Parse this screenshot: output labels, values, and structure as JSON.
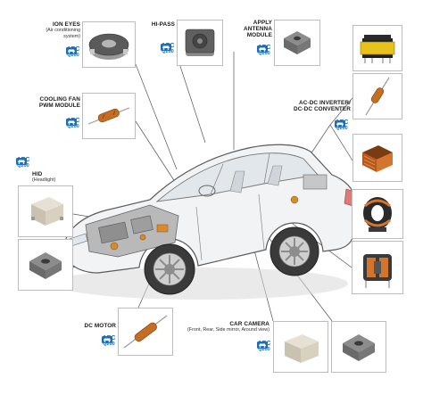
{
  "labels": {
    "ion_eyes": {
      "title": "ION EYES",
      "sub1": "(Air conditioning",
      "sub2": "system)"
    },
    "hi_pass": {
      "title": "HI-PASS"
    },
    "apply_antenna": {
      "line1": "APPLY",
      "line2": "ANTENNA",
      "line3": "MODULE"
    },
    "cooling_fan": {
      "line1": "COOLING FAN",
      "line2": "PWM MODULE"
    },
    "hid": {
      "title": "HID",
      "sub": "(Headlight)"
    },
    "ac_dc": {
      "line1": "AC-DC INVERTER/",
      "line2": "DC-DC CONVENTER"
    },
    "dc_motor": {
      "title": "DC MOTOR"
    },
    "car_camera": {
      "title": "CAR CAMERA",
      "sub": "(Front, Rear, Side mirror, Around view)"
    }
  },
  "badge": {
    "line1": "AEC",
    "line2": "Q200"
  },
  "colors": {
    "badge_blue": "#1f6db5",
    "leader_line": "#444444",
    "box_border": "#bdbdbd"
  },
  "components": [
    "shielded-smd-inductor",
    "shielded-smd-inductor",
    "smd-chip-inductor",
    "axial-resistor",
    "smd-power-inductor",
    "smd-chip-inductor",
    "transformer",
    "axial-resistor",
    "smd-power-inductor",
    "common-mode-choke",
    "common-mode-choke",
    "axial-resistor",
    "smd-power-inductor",
    "smd-chip-inductor"
  ]
}
